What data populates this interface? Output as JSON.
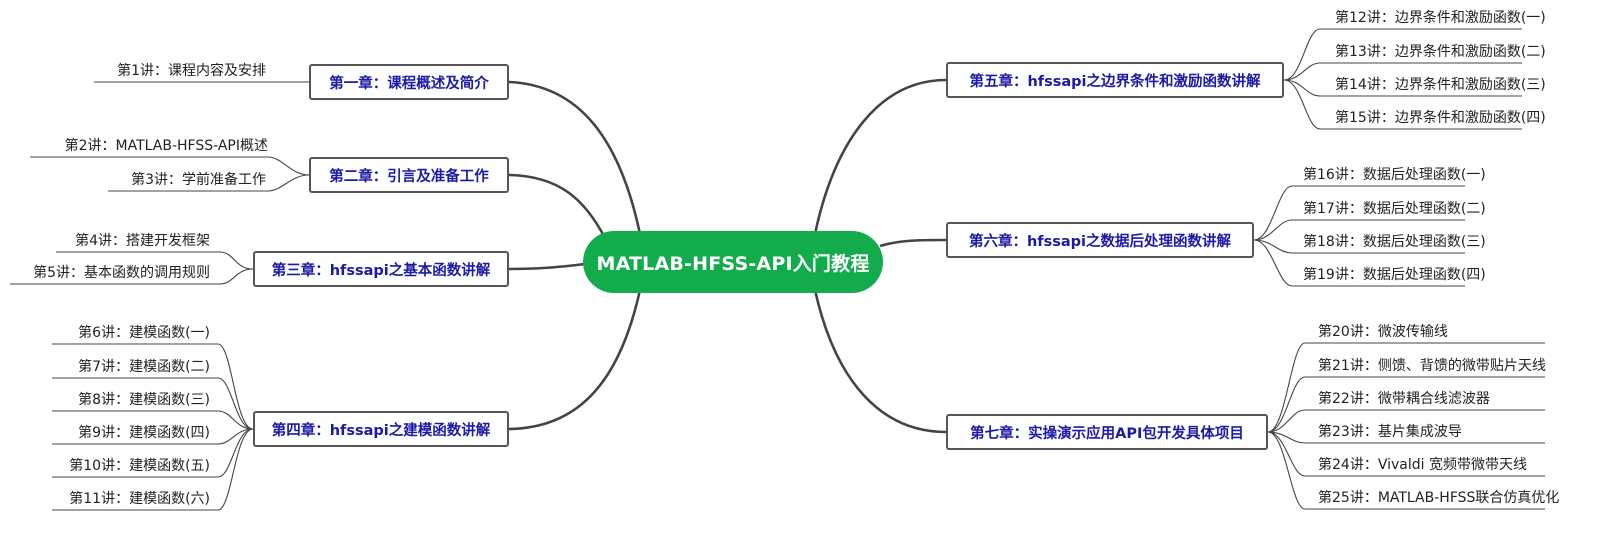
{
  "root": {
    "title": "MATLAB-HFSS-API入门教程"
  },
  "chapters": [
    {
      "title": "第一章：课程概述及简介",
      "lectures": [
        "第1讲：课程内容及安排"
      ]
    },
    {
      "title": "第二章：引言及准备工作",
      "lectures": [
        "第2讲：MATLAB-HFSS-API概述",
        "第3讲：学前准备工作"
      ]
    },
    {
      "title": "第三章：hfssapi之基本函数讲解",
      "lectures": [
        "第4讲：搭建开发框架",
        "第5讲：基本函数的调用规则"
      ]
    },
    {
      "title": "第四章：hfssapi之建模函数讲解",
      "lectures": [
        "第6讲：建模函数(一)",
        "第7讲：建模函数(二)",
        "第8讲：建模函数(三)",
        "第9讲：建模函数(四)",
        "第10讲：建模函数(五)",
        "第11讲：建模函数(六)"
      ]
    },
    {
      "title": "第五章：hfssapi之边界条件和激励函数讲解",
      "lectures": [
        "第12讲：边界条件和激励函数(一)",
        "第13讲：边界条件和激励函数(二)",
        "第14讲：边界条件和激励函数(三)",
        "第15讲：边界条件和激励函数(四)"
      ]
    },
    {
      "title": "第六章：hfssapi之数据后处理函数讲解",
      "lectures": [
        "第16讲：数据后处理函数(一)",
        "第17讲：数据后处理函数(二)",
        "第18讲：数据后处理函数(三)",
        "第19讲：数据后处理函数(四)"
      ]
    },
    {
      "title": "第七章：实操演示应用API包开发具体项目",
      "lectures": [
        "第20讲：微波传输线",
        "第21讲：侧馈、背馈的微带贴片天线",
        "第22讲：微带耦合线滤波器",
        "第23讲：基片集成波导",
        "第24讲：Vivaldi 宽频带微带天线",
        "第25讲：MATLAB-HFSS联合仿真优化"
      ]
    }
  ],
  "colors": {
    "root_fill": "#13ac4d",
    "chapter_text": "#1a1aa8",
    "connector": "#444444"
  }
}
